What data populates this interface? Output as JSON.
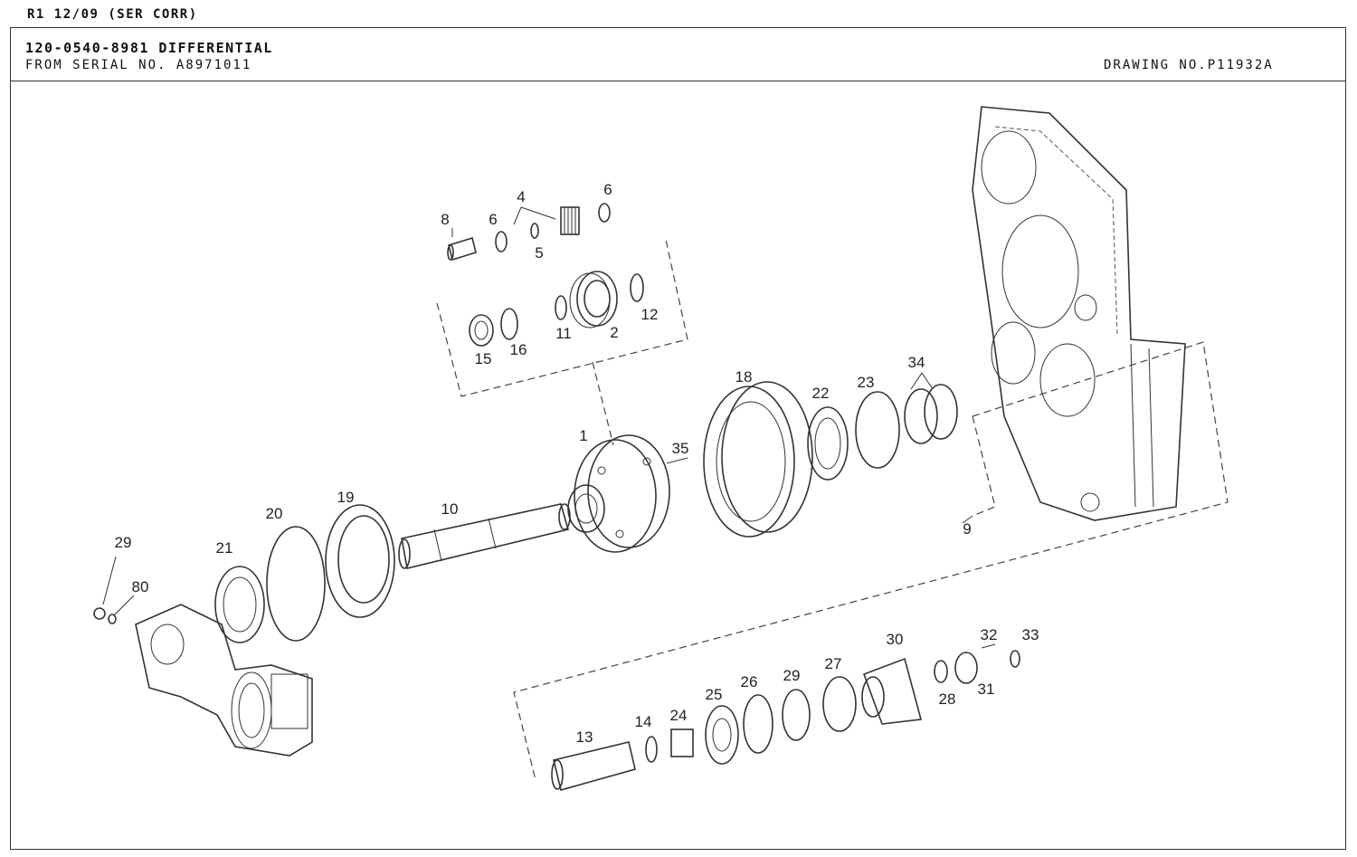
{
  "header": {
    "revision": "R1 12/09 (SER CORR)",
    "title": "120-0540-8981 DIFFERENTIAL",
    "serial": "FROM SERIAL NO. A8971011",
    "drawing": "DRAWING NO.P11932A"
  },
  "callouts": {
    "c1": "1",
    "c2": "2",
    "c4": "4",
    "c5": "5",
    "c6a": "6",
    "c6b": "6",
    "c8": "8",
    "c9": "9",
    "c10": "10",
    "c11": "11",
    "c12": "12",
    "c13": "13",
    "c14": "14",
    "c15": "15",
    "c16": "16",
    "c18": "18",
    "c19": "19",
    "c20": "20",
    "c21": "21",
    "c22": "22",
    "c23": "23",
    "c24": "24",
    "c25": "25",
    "c26": "26",
    "c27": "27",
    "c28": "28",
    "c29a": "29",
    "c29b": "29",
    "c30": "30",
    "c31": "31",
    "c32": "32",
    "c33": "33",
    "c34": "34",
    "c35": "35",
    "c80": "80"
  }
}
